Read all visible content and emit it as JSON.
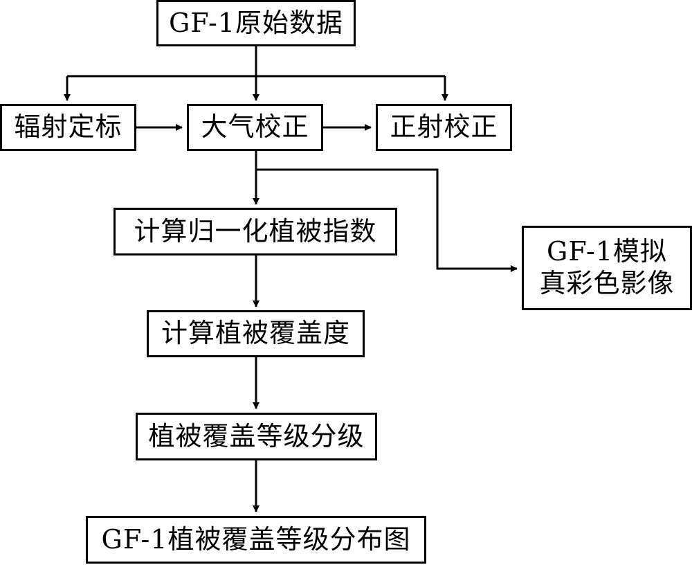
{
  "nodes": {
    "raw_data": "GF-1原始数据",
    "radiometric": "辐射定标",
    "atmospheric": "大气校正",
    "orthorectification": "正射校正",
    "ndvi": "计算归一化植被指数",
    "coverage": "计算植被覆盖度",
    "grading": "植被覆盖等级分级",
    "distribution_map": "GF-1植被覆盖等级分布图",
    "true_color_line1": "GF-1模拟",
    "true_color_line2": "真彩色影像"
  },
  "colors": {
    "line": "#000000",
    "box_border": "#000000",
    "background": "#ffffff"
  }
}
